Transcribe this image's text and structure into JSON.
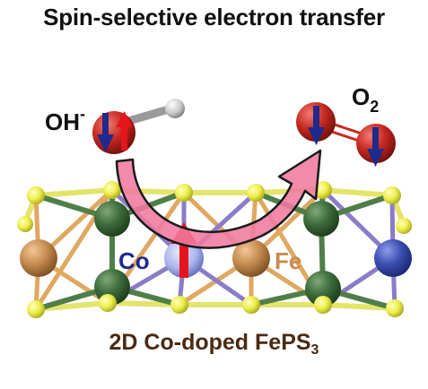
{
  "title": "Spin-selective electron transfer",
  "reactant": {
    "text": "OH",
    "superscript": "-"
  },
  "product": {
    "text": "O",
    "subscript": "2"
  },
  "atom_labels": {
    "co": "Co",
    "fe": "Fe"
  },
  "caption": {
    "text": "2D Co-doped FePS",
    "subscript": "3"
  },
  "colors": {
    "sulfur": "#eeee55",
    "phosphorus": "#3d6b3a",
    "iron": "#c58b4f",
    "cobalt": "#3a4fb0",
    "oxygen": "#c82a22",
    "hydrogen": "#c8c8c8",
    "spin_up": "#e8141c",
    "spin_down": "#1e2a8c",
    "transfer_arrow": "#f07aa0",
    "co_label": "#1e2a8c",
    "fe_label": "#c58b4f",
    "caption": "#4a2a12"
  }
}
